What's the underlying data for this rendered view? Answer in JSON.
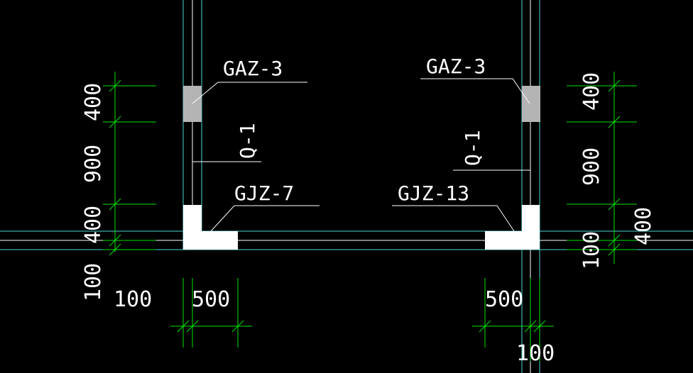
{
  "labels": {
    "gaz_left": "GAZ-3",
    "gaz_right": "GAZ-3",
    "gjz_left": "GJZ-7",
    "gjz_right": "GJZ-13",
    "q_left": "Q-1",
    "q_right": "Q-1"
  },
  "dimensions": {
    "left_400_top": "400",
    "left_900": "900",
    "left_400_bottom": "400",
    "left_100_vertical": "100",
    "left_100_horizontal": "100",
    "left_500": "500",
    "right_400_top": "400",
    "right_900": "900",
    "right_400_bottom": "400",
    "right_100_vertical": "100",
    "right_500": "500",
    "right_100_horizontal": "100"
  },
  "colors": {
    "background": "#000000",
    "dimension_lines": "#00e600",
    "wall_lines": "#4fd6d6",
    "column_fill_white": "#ffffff",
    "column_fill_gray": "#b4b4b4"
  }
}
